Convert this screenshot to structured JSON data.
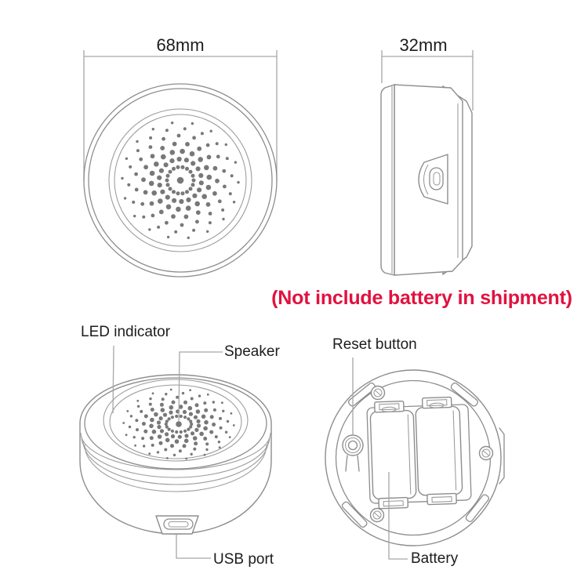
{
  "note": {
    "text": "(Not include battery in shipment)",
    "color": "#e2113f"
  },
  "views": {
    "top": {
      "name": "top-view",
      "dimension": "68mm"
    },
    "side": {
      "name": "side-view",
      "dimension": "32mm"
    },
    "perspective": {
      "name": "perspective-view",
      "labels": {
        "led": "LED indicator",
        "speaker": "Speaker",
        "usb": "USB port"
      }
    },
    "back": {
      "name": "back-view",
      "labels": {
        "reset": "Reset button",
        "battery": "Battery"
      }
    }
  },
  "colors": {
    "line": "#8d8d8d",
    "leader": "#a6a6a6",
    "dots": "#787878",
    "text": "#1c1c1c",
    "note": "#e2113f",
    "background": "#ffffff"
  }
}
